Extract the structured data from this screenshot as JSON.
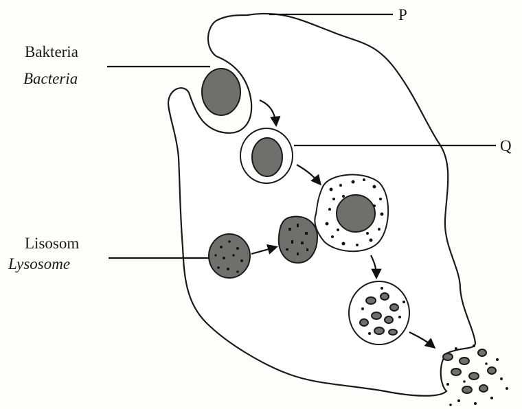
{
  "labels": {
    "p": "P",
    "q": "Q",
    "bacteria_ms": "Bakteria",
    "bacteria_en": "Bacteria",
    "lysosome_ms": "Lisosom",
    "lysosome_en": "Lysosome"
  },
  "colors": {
    "line": "#111111",
    "bacterium_fill": "#6f6f6b",
    "background": "#fdfdfc"
  }
}
